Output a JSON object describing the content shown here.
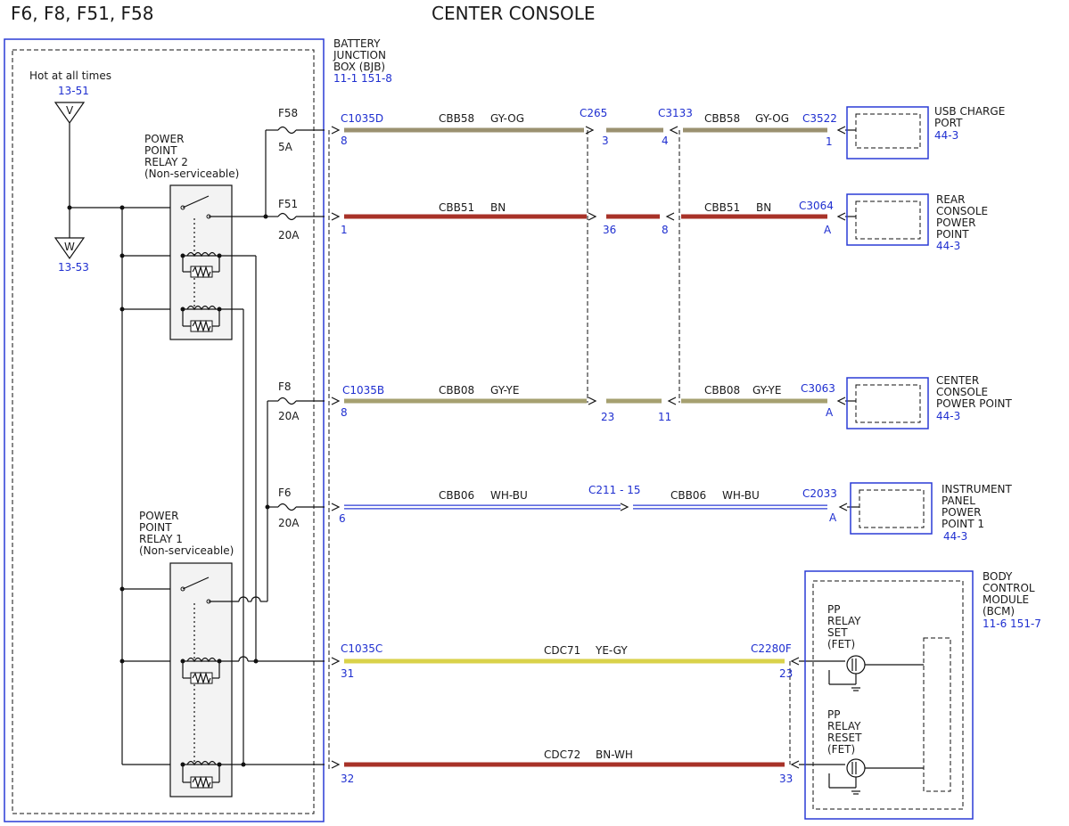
{
  "page": {
    "left_title": "F6, F8, F51, F58",
    "center_title": "CENTER CONSOLE"
  },
  "colors": {
    "gy_og": "#9b9170",
    "bn": "#a83228",
    "gy_ye": "#a6a070",
    "wh_bu": "#cfd8f5",
    "ye_gy": "#d9d24a",
    "bn_wh": "#a83228",
    "box_blue": "#2a3bd6",
    "ref_blue": "#1f2fd0"
  },
  "bjb": {
    "name_lines": [
      "BATTERY",
      "JUNCTION",
      "BOX (BJB)"
    ],
    "ref": "11-1   151-8"
  },
  "power": {
    "label": "Hot at all times",
    "top_ref": "13-51",
    "top_symbol": "V",
    "bottom_symbol": "W",
    "bottom_ref": "13-53"
  },
  "relay2": {
    "lines": [
      "POWER",
      "POINT",
      "RELAY 2",
      "(Non-serviceable)"
    ]
  },
  "relay1": {
    "lines": [
      "POWER",
      "POINT",
      "RELAY 1",
      "(Non-serviceable)"
    ]
  },
  "fuses": [
    {
      "name": "F58",
      "rating": "5A"
    },
    {
      "name": "F51",
      "rating": "20A"
    },
    {
      "name": "F8",
      "rating": "20A"
    },
    {
      "name": "F6",
      "rating": "20A"
    }
  ],
  "circuits": [
    {
      "start_connector": "C1035D",
      "start_pin": "8",
      "circuit": "CBB58",
      "color": "GY-OG",
      "inline1": "C265",
      "inline1_pin": "3",
      "inline2": "C3133",
      "inline2_pin": "4",
      "circuit_b": "CBB58",
      "color_b": "GY-OG",
      "end_connector": "C3522",
      "end_pin": "1",
      "device_lines": [
        "USB CHARGE",
        "PORT"
      ],
      "device_ref": "44-3"
    },
    {
      "start_connector": "",
      "start_pin": "1",
      "circuit": "CBB51",
      "color": "BN",
      "inline1_pin": "36",
      "inline2_pin": "8",
      "circuit_b": "CBB51",
      "color_b": "BN",
      "end_connector": "C3064",
      "end_pin": "A",
      "device_lines": [
        "REAR",
        "CONSOLE",
        "POWER",
        "POINT"
      ],
      "device_ref": "44-3"
    },
    {
      "start_connector": "C1035B",
      "start_pin": "8",
      "circuit": "CBB08",
      "color": "GY-YE",
      "inline1_pin": "23",
      "inline2_pin": "11",
      "circuit_b": "CBB08",
      "color_b": "GY-YE",
      "end_connector": "C3063",
      "end_pin": "A",
      "device_lines": [
        "CENTER",
        "CONSOLE",
        "POWER POINT"
      ],
      "device_ref": "44-3"
    },
    {
      "start_connector": "",
      "start_pin": "6",
      "circuit": "CBB06",
      "color": "WH-BU",
      "inline": "C211  -  15",
      "circuit_b": "CBB06",
      "color_b": "WH-BU",
      "end_connector": "C2033",
      "end_pin": "A",
      "device_lines": [
        "INSTRUMENT",
        "PANEL",
        "POWER",
        "POINT 1"
      ],
      "device_ref": "44-3"
    },
    {
      "start_connector": "C1035C",
      "start_pin": "31",
      "circuit": "CDC71",
      "color": "YE-GY",
      "end_connector": "C2280F",
      "end_pin": "23"
    },
    {
      "start_connector": "",
      "start_pin": "32",
      "circuit": "CDC72",
      "color": "BN-WH",
      "end_connector": "",
      "end_pin": "33"
    }
  ],
  "bcm": {
    "name_lines": [
      "BODY",
      "CONTROL",
      "MODULE",
      "(BCM)"
    ],
    "ref": "11-6   151-7",
    "set_lines": [
      "PP",
      "RELAY",
      "SET",
      "(FET)"
    ],
    "reset_lines": [
      "PP",
      "RELAY",
      "RESET",
      "(FET)"
    ]
  }
}
